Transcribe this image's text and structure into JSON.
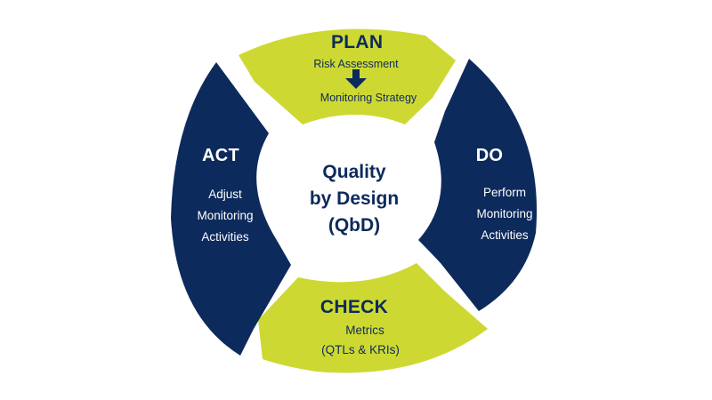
{
  "colors": {
    "navy": "#0d2a5c",
    "lime": "#cdd932",
    "center_bg": "#ffffff",
    "page_bg": "#ffffff"
  },
  "center": {
    "lines": [
      "Quality",
      "by Design",
      "(QbD)"
    ]
  },
  "plan": {
    "title": "PLAN",
    "step1": "Risk Assessment",
    "arrow_icon": "down-arrow-icon",
    "step2": "Monitoring Strategy"
  },
  "do": {
    "title": "DO",
    "lines": [
      "Perform",
      "Monitoring",
      "Activities"
    ]
  },
  "check": {
    "title": "CHECK",
    "lines": [
      "Metrics",
      "(QTLs & KRIs)"
    ]
  },
  "act": {
    "title": "ACT",
    "lines": [
      "Adjust",
      "Monitoring",
      "Activities"
    ]
  }
}
